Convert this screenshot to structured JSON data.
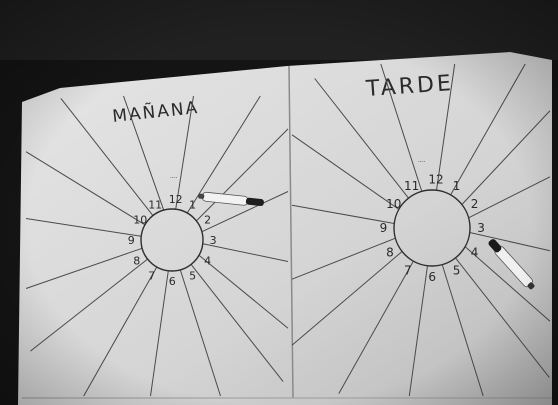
{
  "photo": {
    "left_panel": {
      "title": "MAÑANA",
      "numbers": [
        "12",
        "1",
        "2",
        "3",
        "4",
        "5",
        "6",
        "7",
        "8",
        "9",
        "10",
        "11"
      ]
    },
    "right_panel": {
      "title": "TARDE",
      "numbers": [
        "12",
        "1",
        "2",
        "3",
        "4",
        "5",
        "6",
        "7",
        "8",
        "9",
        "10",
        "11"
      ]
    },
    "objects": [
      "marker-left",
      "marker-right"
    ],
    "colors": {
      "paper": "#dcdcdc",
      "background": "#141414",
      "ink": "#2a2a2a"
    }
  }
}
